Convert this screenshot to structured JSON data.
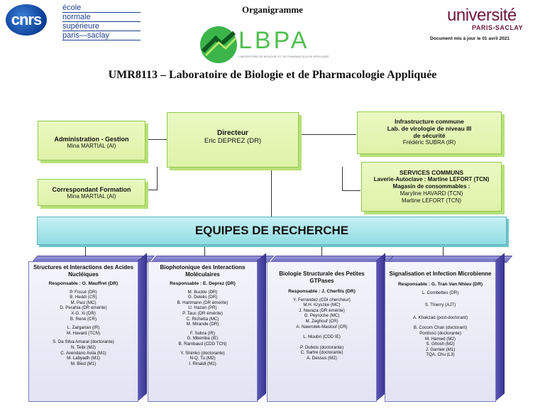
{
  "header": {
    "cnrs": "cnrs",
    "ens_lines": [
      "école",
      "normale",
      "supérieure",
      "paris—saclay"
    ],
    "org_title": "Organigramme",
    "lbpa": "LBPA",
    "lbpa_sub": "LABORATOIRE DE BIOLOGIE ET DE PHARMACOLOGIE APPLIQUÉE",
    "ups1": "université",
    "ups2": "PARIS-SACLAY",
    "doc_date": "Document mis à jour le 01 avril 2021",
    "umr_title": "UMR8113 – Laboratoire de Biologie et de Pharmacologie Appliquée"
  },
  "admin": {
    "title": "Administration - Gestion",
    "person": "Mina MARTIAL (AI)"
  },
  "formation": {
    "title": "Correspondant Formation",
    "person": "Mina MARTIAL (AI)"
  },
  "directeur": {
    "title": "Directeur",
    "person": "Eric DEPREZ (DR)"
  },
  "infra": {
    "l1": "Infrastructure commune",
    "l2": "Lab. de virologie de niveau III",
    "l3": "de sécurité",
    "person": "Frédéric SUBRA (IR)"
  },
  "services": {
    "title": "SERVICES COMMUNS",
    "l1": "Laverie-Autoclave : Martine LEFORT (TCN)",
    "l2": "Magasin de consommables :",
    "l3": "Maryline HAVARD (TCN)",
    "l4": "Martine LEFORT (TCN)"
  },
  "equipes": "EQUIPES DE RECHERCHE",
  "teams": [
    {
      "name": "Structures et Interactions des Acides Nucléiques",
      "resp": "Responsable : O. Mauffret (DR)",
      "groups": [
        [
          "P. Fossé (DR)",
          "B. Heddi (CR)",
          "M. Pasi (MC)",
          "D. Perahia (DR émérite)",
          "X-G. Xi (DR)",
          "B. René (CR)"
        ],
        [
          "L. Zargarian (IR)",
          "M. Havard (TCN)"
        ],
        [
          "S. Da Silva Amaral (doctorante)",
          "N. Teibi (M2)",
          "C. Avendano Avila (M1)",
          "M. Labyadh (M1)",
          "M. Bied (M1)"
        ]
      ]
    },
    {
      "name": "Biophotonique des Interactions Moléculaires",
      "resp": "Responsable : E. Deprez (DR)",
      "groups": [
        [
          "M. Buckle (DR)",
          "O. Delelis (DR)",
          "B. Hartmann (DR émérite)",
          "U. Hazan (PR)",
          "P. Tauc (DR émérite)",
          "C. Richetta (MC)",
          "M. Mirande (DR)"
        ],
        [
          "F. Subra (IR)",
          "G. Mbemba (IE)",
          "B. Rambaud (CDD TCN)"
        ],
        [
          "Y. Shimko (doctorante)",
          "N-Q. Tu (M2)",
          "I. Rinaldi (M1)"
        ]
      ]
    },
    {
      "name": "Biologie Structurale des Petites GTPases",
      "resp": "Responsable : J. Cherfils (DR)",
      "groups": [
        [
          "Y. Ferrandez (CDI chercheur)",
          "M.H. Kryszke (MC)",
          "J. Navaza (DR émérite)",
          "G. Peyroche (MC)",
          "M. Zeghouf (CR)",
          "A. Nawrotek-Maslouf (CR)"
        ],
        [
          "L. Moubri (CDD IE)"
        ],
        [
          "P. Dubois (doctorante)",
          "C. Sartre (doctorante)",
          "A. Dessus (M2)"
        ]
      ]
    },
    {
      "name": "Signalisation et Infection Microbienne",
      "resp": "Responsable : G. Tran Van Nhieu (DR)",
      "groups": [
        [
          "L. Combettes (DR)"
        ],
        [
          "S. Thierry (AJT)"
        ],
        [
          "A. Khakzad (post-doctorant)"
        ],
        [
          "B. Cocom Chan (doctorant)",
          "Pontisso (doctorante)",
          "M. Hamed (M2)",
          "S. Ghosh (M2)",
          "J. Garnier (M1)",
          "TQA. Chu (L3)"
        ]
      ]
    }
  ],
  "colors": {
    "green_box": "#dff2a8",
    "teal_bar": "#8fdde3",
    "team_side": "#4a46a8"
  }
}
